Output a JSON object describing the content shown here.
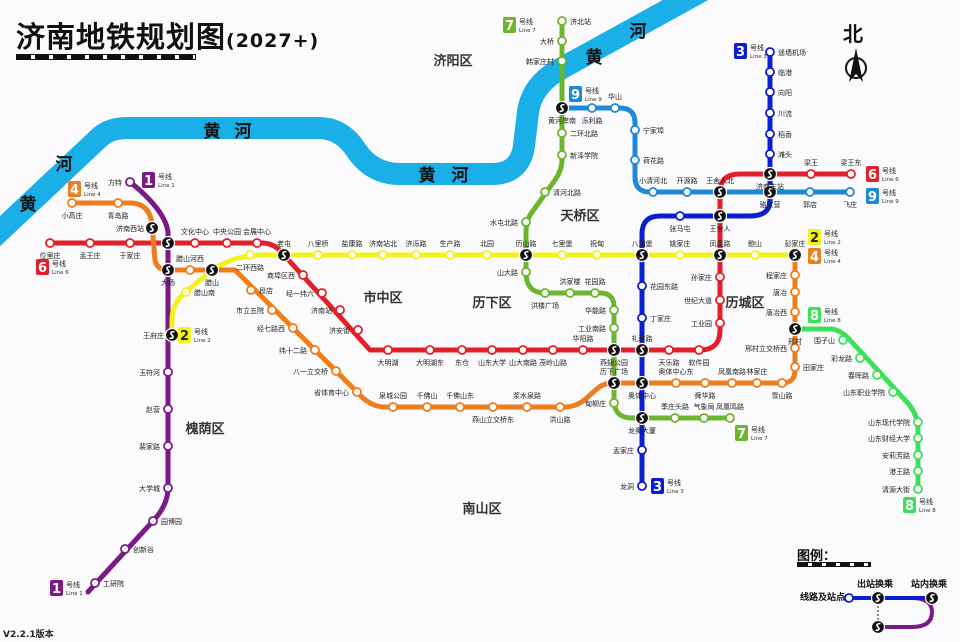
{
  "title": {
    "main": "济南地铁规划图",
    "suffix": "(2027+)"
  },
  "version": "V2.2.1版本",
  "north_label": "北",
  "districts": [
    "济阳区",
    "天桥区",
    "市中区",
    "历下区",
    "历城区",
    "槐荫区",
    "南山区"
  ],
  "river": {
    "color": "#1aafe6",
    "labels": [
      "黄",
      "河",
      "黄",
      "河",
      "黄",
      "河",
      "黄",
      "河"
    ]
  },
  "legend": {
    "title": "图例：",
    "out_transfer": "出站换乘",
    "in_transfer": "站内换乘",
    "line_station": "线路及站点"
  },
  "line_suffix": "号线",
  "lines": [
    {
      "id": "1",
      "color": "#7b1a86",
      "en": "Line 1",
      "stations": [
        "方特",
        "大杨",
        "王府庄",
        "玉符河",
        "赵营",
        "裴家路",
        "大学城",
        "园博园",
        "创新谷",
        "工研院"
      ]
    },
    {
      "id": "6",
      "color": "#e2202a",
      "en": "Line 6",
      "stations": [
        "位里庄",
        "孟王庄",
        "于家庄",
        "文化中心",
        "中央公园",
        "会展中心",
        "老屯",
        "商埠区西",
        "经一纬六",
        "济南站",
        "济安街",
        "大明湖",
        "大明湖东",
        "东仓",
        "山东大学",
        "山大南路",
        "茂岭山路",
        "华阳路",
        "燕翅公园",
        "礼耕路",
        "天乐路",
        "软件园",
        "工业园",
        "世纪大道",
        "孙家庄",
        "凤凰路",
        "王舍人",
        "王舍人北",
        "济南东站",
        "梁王",
        "梁王东"
      ]
    },
    {
      "id": "2",
      "color": "#f4f21c",
      "en": "Line 2",
      "stations": [
        "腊山南",
        "二环西路",
        "八里桥",
        "盐康路",
        "济南站北",
        "济泺路",
        "生产路",
        "北园",
        "历山路",
        "七里堡",
        "祝甸",
        "八涧堡",
        "姚家庄",
        "鲍山",
        "彭家庄"
      ]
    },
    {
      "id": "4",
      "color": "#ee7d1e",
      "en": "Line 4",
      "stations": [
        "小高庄",
        "青岛路",
        "济南西站",
        "腊山河西",
        "腊山",
        "段店",
        "市立五院",
        "经七路西",
        "纬十二路",
        "八一立交桥",
        "省体育中心",
        "泉城公园",
        "千佛山",
        "千佛山东",
        "燕山立交桥东",
        "浆水泉路",
        "洪山路",
        "历下广场",
        "奥体中心",
        "奥体中心东",
        "舜华路",
        "凤凰南路",
        "林家庄",
        "雪山路",
        "田家庄",
        "邢村立交桥西",
        "邢村",
        "唐冶西",
        "唐冶",
        "程家庄"
      ]
    },
    {
      "id": "7",
      "color": "#6cb52d",
      "en": "Line 7",
      "stations": [
        "济北站",
        "大桥",
        "韩家庄村",
        "黄河岸南",
        "二环北路",
        "新泽学院",
        "清河北路",
        "水屯北路",
        "山大路",
        "洪楼广场",
        "洪家楼",
        "花园路",
        "华能路",
        "工业南路",
        "甸柳庄",
        "龙奥大厦",
        "季庄头路",
        "气象局",
        "凤凰鸣路"
      ]
    },
    {
      "id": "3",
      "color": "#0a1fd0",
      "en": "Line 3",
      "stations": [
        "遥墙机场",
        "临港",
        "向阳",
        "川流",
        "稻香",
        "滩头",
        "骆家营",
        "张马屯",
        "花园东路",
        "丁家庄",
        "孟家庄",
        "龙洞"
      ]
    },
    {
      "id": "9",
      "color": "#1e88d8",
      "en": "Line 9",
      "stations": [
        "泺利路",
        "华山",
        "宁家埠",
        "荷花路",
        "小清河北",
        "开源路",
        "郭店",
        "飞庄"
      ]
    },
    {
      "id": "8",
      "color": "#3de05a",
      "en": "Line 8",
      "stations": [
        "围子山",
        "彩龙路",
        "春晖路",
        "山东职业学院",
        "山东现代学院",
        "山东财经大学",
        "安莉芳路",
        "港王路",
        "清源大街"
      ]
    }
  ]
}
